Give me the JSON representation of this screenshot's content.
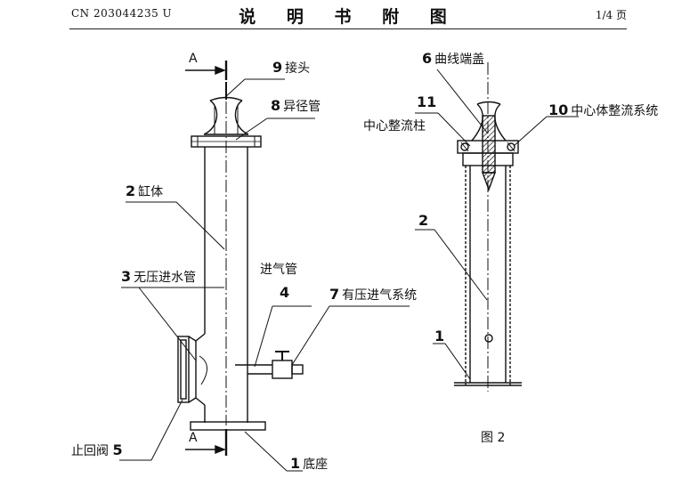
{
  "header": {
    "patent_number": "CN 203044235 U",
    "title": "说 明 书 附 图",
    "page": "1/4 页"
  },
  "figure1": {
    "section_mark_top": "A",
    "section_mark_bottom": "A",
    "parts": [
      {
        "num": "9",
        "name": "接头"
      },
      {
        "num": "8",
        "name": "异径管"
      },
      {
        "num": "2",
        "name": "缸体"
      },
      {
        "num": "3",
        "name": "无压进水管"
      },
      {
        "num": "4",
        "name": "进气管"
      },
      {
        "num": "7",
        "name": "有压进气系统"
      },
      {
        "num": "5",
        "name": "止回阀"
      },
      {
        "num": "1",
        "name": "底座"
      }
    ]
  },
  "figure2": {
    "caption": "图 2",
    "parts": [
      {
        "num": "6",
        "name": "曲线端盖"
      },
      {
        "num": "11",
        "name": "中心整流柱"
      },
      {
        "num": "10",
        "name": "中心体整流系统"
      },
      {
        "num": "2",
        "name": ""
      },
      {
        "num": "1",
        "name": ""
      }
    ]
  }
}
